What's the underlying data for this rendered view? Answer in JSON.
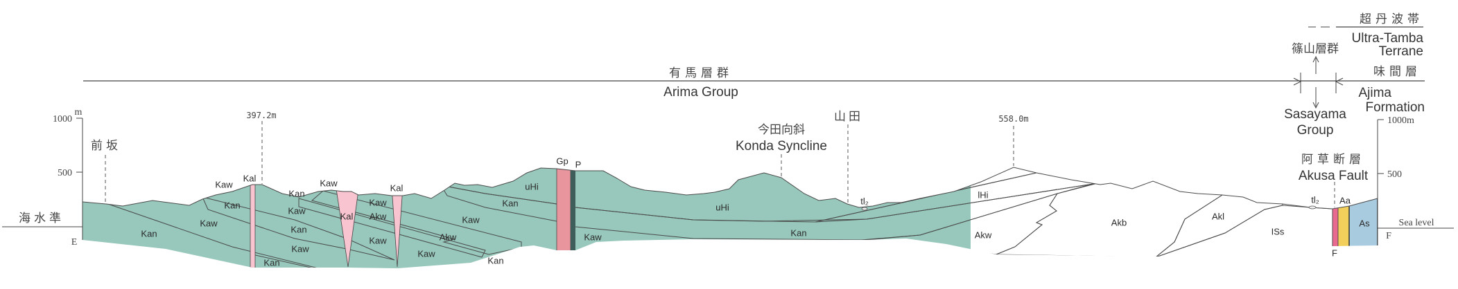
{
  "header": {
    "arima_jp": "有馬層群",
    "arima_en": "Arima Group",
    "ultra_tamba_jp": "超丹波帯",
    "ultra_tamba_en_1": "Ultra-Tamba",
    "ultra_tamba_en_2": "Terrane",
    "sasayama_jp": "篠山層群",
    "sasayama_en_1": "Sasayama",
    "sasayama_en_2": "Group",
    "ajima_jp": "味間層",
    "ajima_en_1": "Ajima",
    "ajima_en_2": "Formation"
  },
  "left_axis": {
    "tick_1000": "1000",
    "unit": "m",
    "tick_500": "500",
    "sea_level": "海水準",
    "end_label": "E"
  },
  "right_axis": {
    "tick_1000": "1000m",
    "tick_500": "500",
    "sea_level": "Sea level",
    "end_label": "F"
  },
  "places": {
    "maesaka": "前坂",
    "peak_1": "397.2m",
    "konda_jp": "今田向斜",
    "konda_en": "Konda Syncline",
    "yamada": "山田",
    "peak_2": "558.0m",
    "akusa_jp": "阿草断層",
    "akusa_en": "Akusa Fault"
  },
  "unit_labels": [
    "Kaw",
    "Kal",
    "Kan",
    "Kan",
    "Kaw",
    "Kal",
    "Kaw",
    "Kan",
    "Kaw",
    "Kan",
    "Kal",
    "Kaw",
    "Akw",
    "Kaw",
    "Kaw",
    "Kan",
    "Akw",
    "Kaw",
    "Kan",
    "Kaw",
    "Kan",
    "uHi",
    "Gp",
    "P",
    "Kaw",
    "uHi",
    "Kan",
    "tl₂",
    "lHi",
    "Akw",
    "Akb",
    "Akl",
    "ISs",
    "tl₂",
    "Aa",
    "As",
    "F"
  ],
  "colors": {
    "Kaw": "#97c8bb",
    "Kan_dash": "#4f7f6a",
    "uHi": "#f2cde2",
    "lHi": "#c9b9e0",
    "Akw": "#d3e36b",
    "Akb": "#bddc5a",
    "Akl_dot": "#e0403c",
    "ISs": "#8fb04a",
    "Kal": "#f7c4d0",
    "Gp": "#e8959d",
    "P": "#3d5e5a",
    "As": "#a9cbe0",
    "Aa": "#f2cf5a",
    "F": "#e86a8f"
  }
}
